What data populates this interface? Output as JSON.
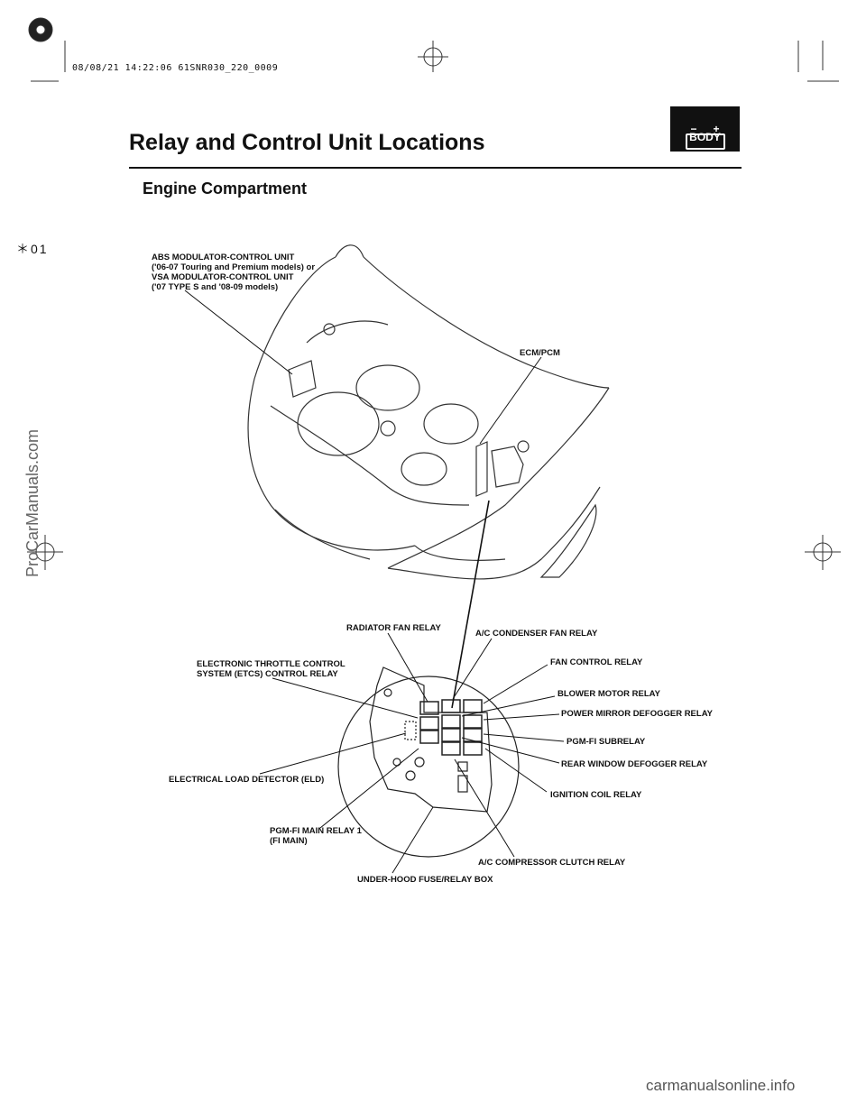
{
  "stamp": "08/08/21 14:22:06 61SNR030_220_0009",
  "page_title": "Relay and Control Unit Locations",
  "section_title": "Engine Compartment",
  "badge": {
    "label": "BODY",
    "minus": "−",
    "plus": "+"
  },
  "margin_mark": "＊01",
  "watermark_side": "ProCarManuals.com",
  "watermark_footer": "carmanualsonline.info",
  "labels": {
    "abs_unit": "ABS MODULATOR-CONTROL UNIT\n('06-07 Touring and Premium models) or\nVSA MODULATOR-CONTROL UNIT\n('07 TYPE S and '08-09 models)",
    "ecm": "ECM/PCM",
    "radiator_fan": "RADIATOR FAN RELAY",
    "ac_condenser_fan": "A/C CONDENSER FAN RELAY",
    "fan_control": "FAN CONTROL RELAY",
    "etcs": "ELECTRONIC THROTTLE CONTROL\nSYSTEM (ETCS) CONTROL RELAY",
    "blower_motor": "BLOWER MOTOR RELAY",
    "power_mirror": "POWER MIRROR DEFOGGER RELAY",
    "pgm_sub": "PGM-FI SUBRELAY",
    "rear_window": "REAR WINDOW DEFOGGER RELAY",
    "eld": "ELECTRICAL LOAD DETECTOR (ELD)",
    "ignition_coil": "IGNITION COIL RELAY",
    "pgm_main": "PGM-FI MAIN RELAY 1\n(FI MAIN)",
    "ac_clutch": "A/C COMPRESSOR CLUTCH RELAY",
    "fuse_box": "UNDER-HOOD FUSE/RELAY BOX"
  }
}
